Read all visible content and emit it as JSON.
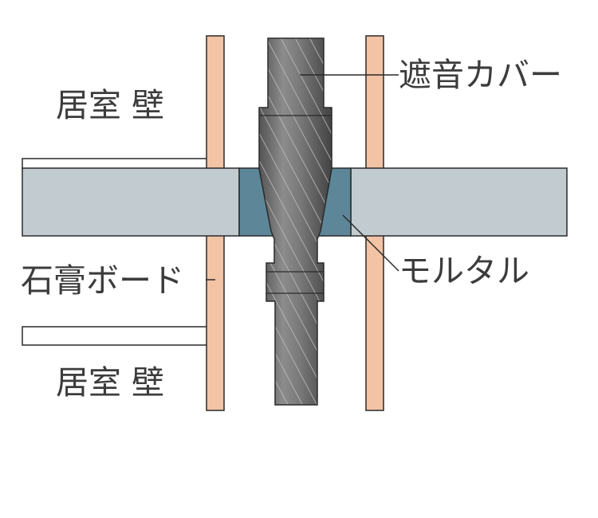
{
  "labels": {
    "room_wall_upper": "居室 壁",
    "room_wall_lower": "居室 壁",
    "gypsum_board": "石膏ボード",
    "sound_cover": "遮音カバー",
    "mortar": "モルタル"
  },
  "colors": {
    "slab": "#c2cbcf",
    "mortar": "#5d8799",
    "board": "#f2c3a5",
    "pipe_dark": "#555555",
    "pipe_light": "#8a8a8a",
    "outline": "#2a2a2a",
    "text": "#3c3c3c"
  }
}
